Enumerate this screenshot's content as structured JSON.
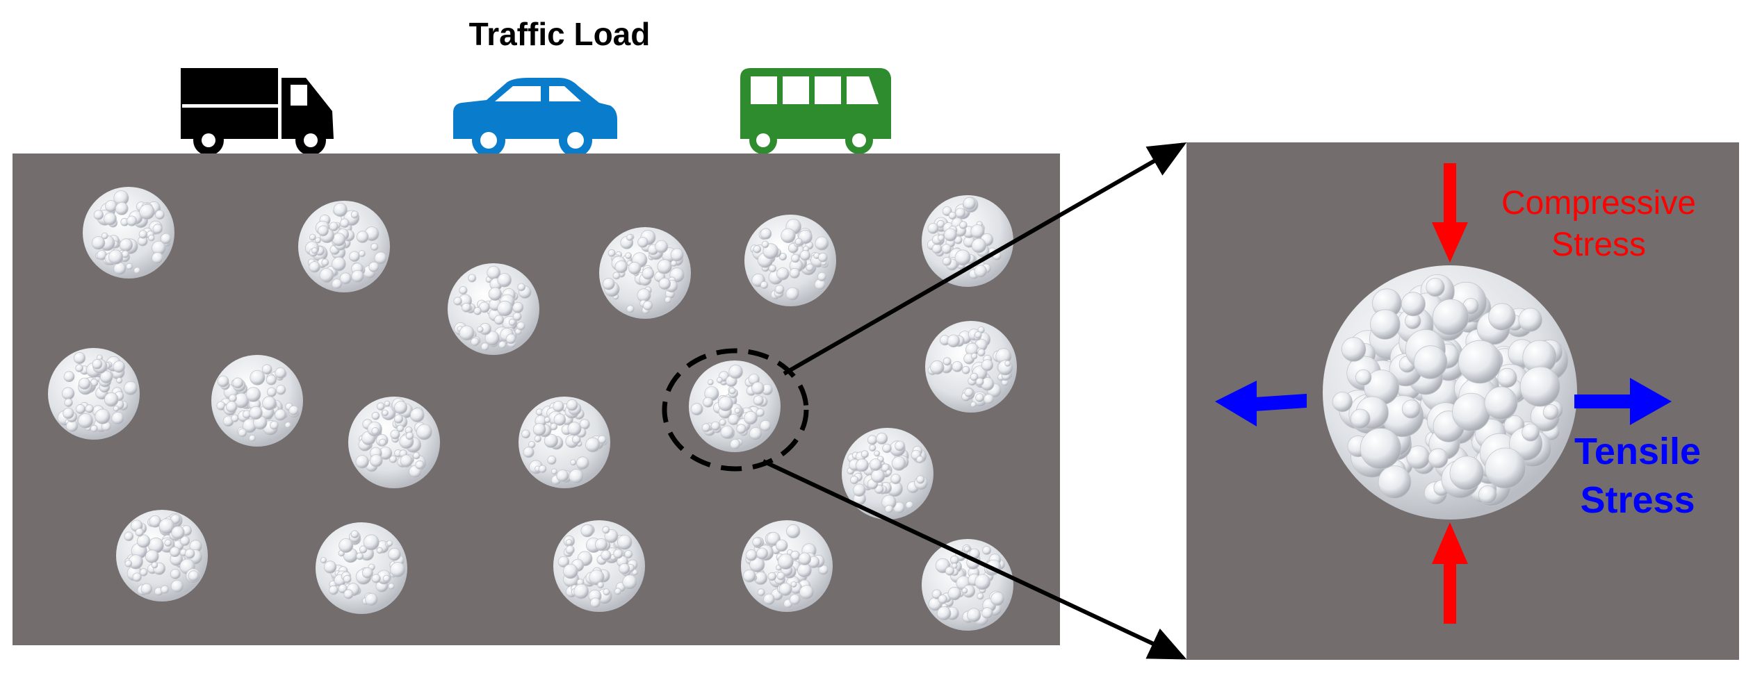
{
  "title": "Traffic Load",
  "vehicles": [
    {
      "icon": "truck-icon",
      "color": "#000000"
    },
    {
      "icon": "car-icon",
      "color": "#0a7ccc"
    },
    {
      "icon": "bus-icon",
      "color": "#2e8b2e"
    }
  ],
  "colors": {
    "matrix": "#736e6d",
    "particle": "#e2e5ea",
    "compressive": "#ff0000",
    "tensile": "#0000ff",
    "outline": "#000000"
  },
  "detail": {
    "compressive_line1": "Compressive",
    "compressive_line2": "Stress",
    "tensile_line1": "Tensile",
    "tensile_line2": "Stress"
  }
}
